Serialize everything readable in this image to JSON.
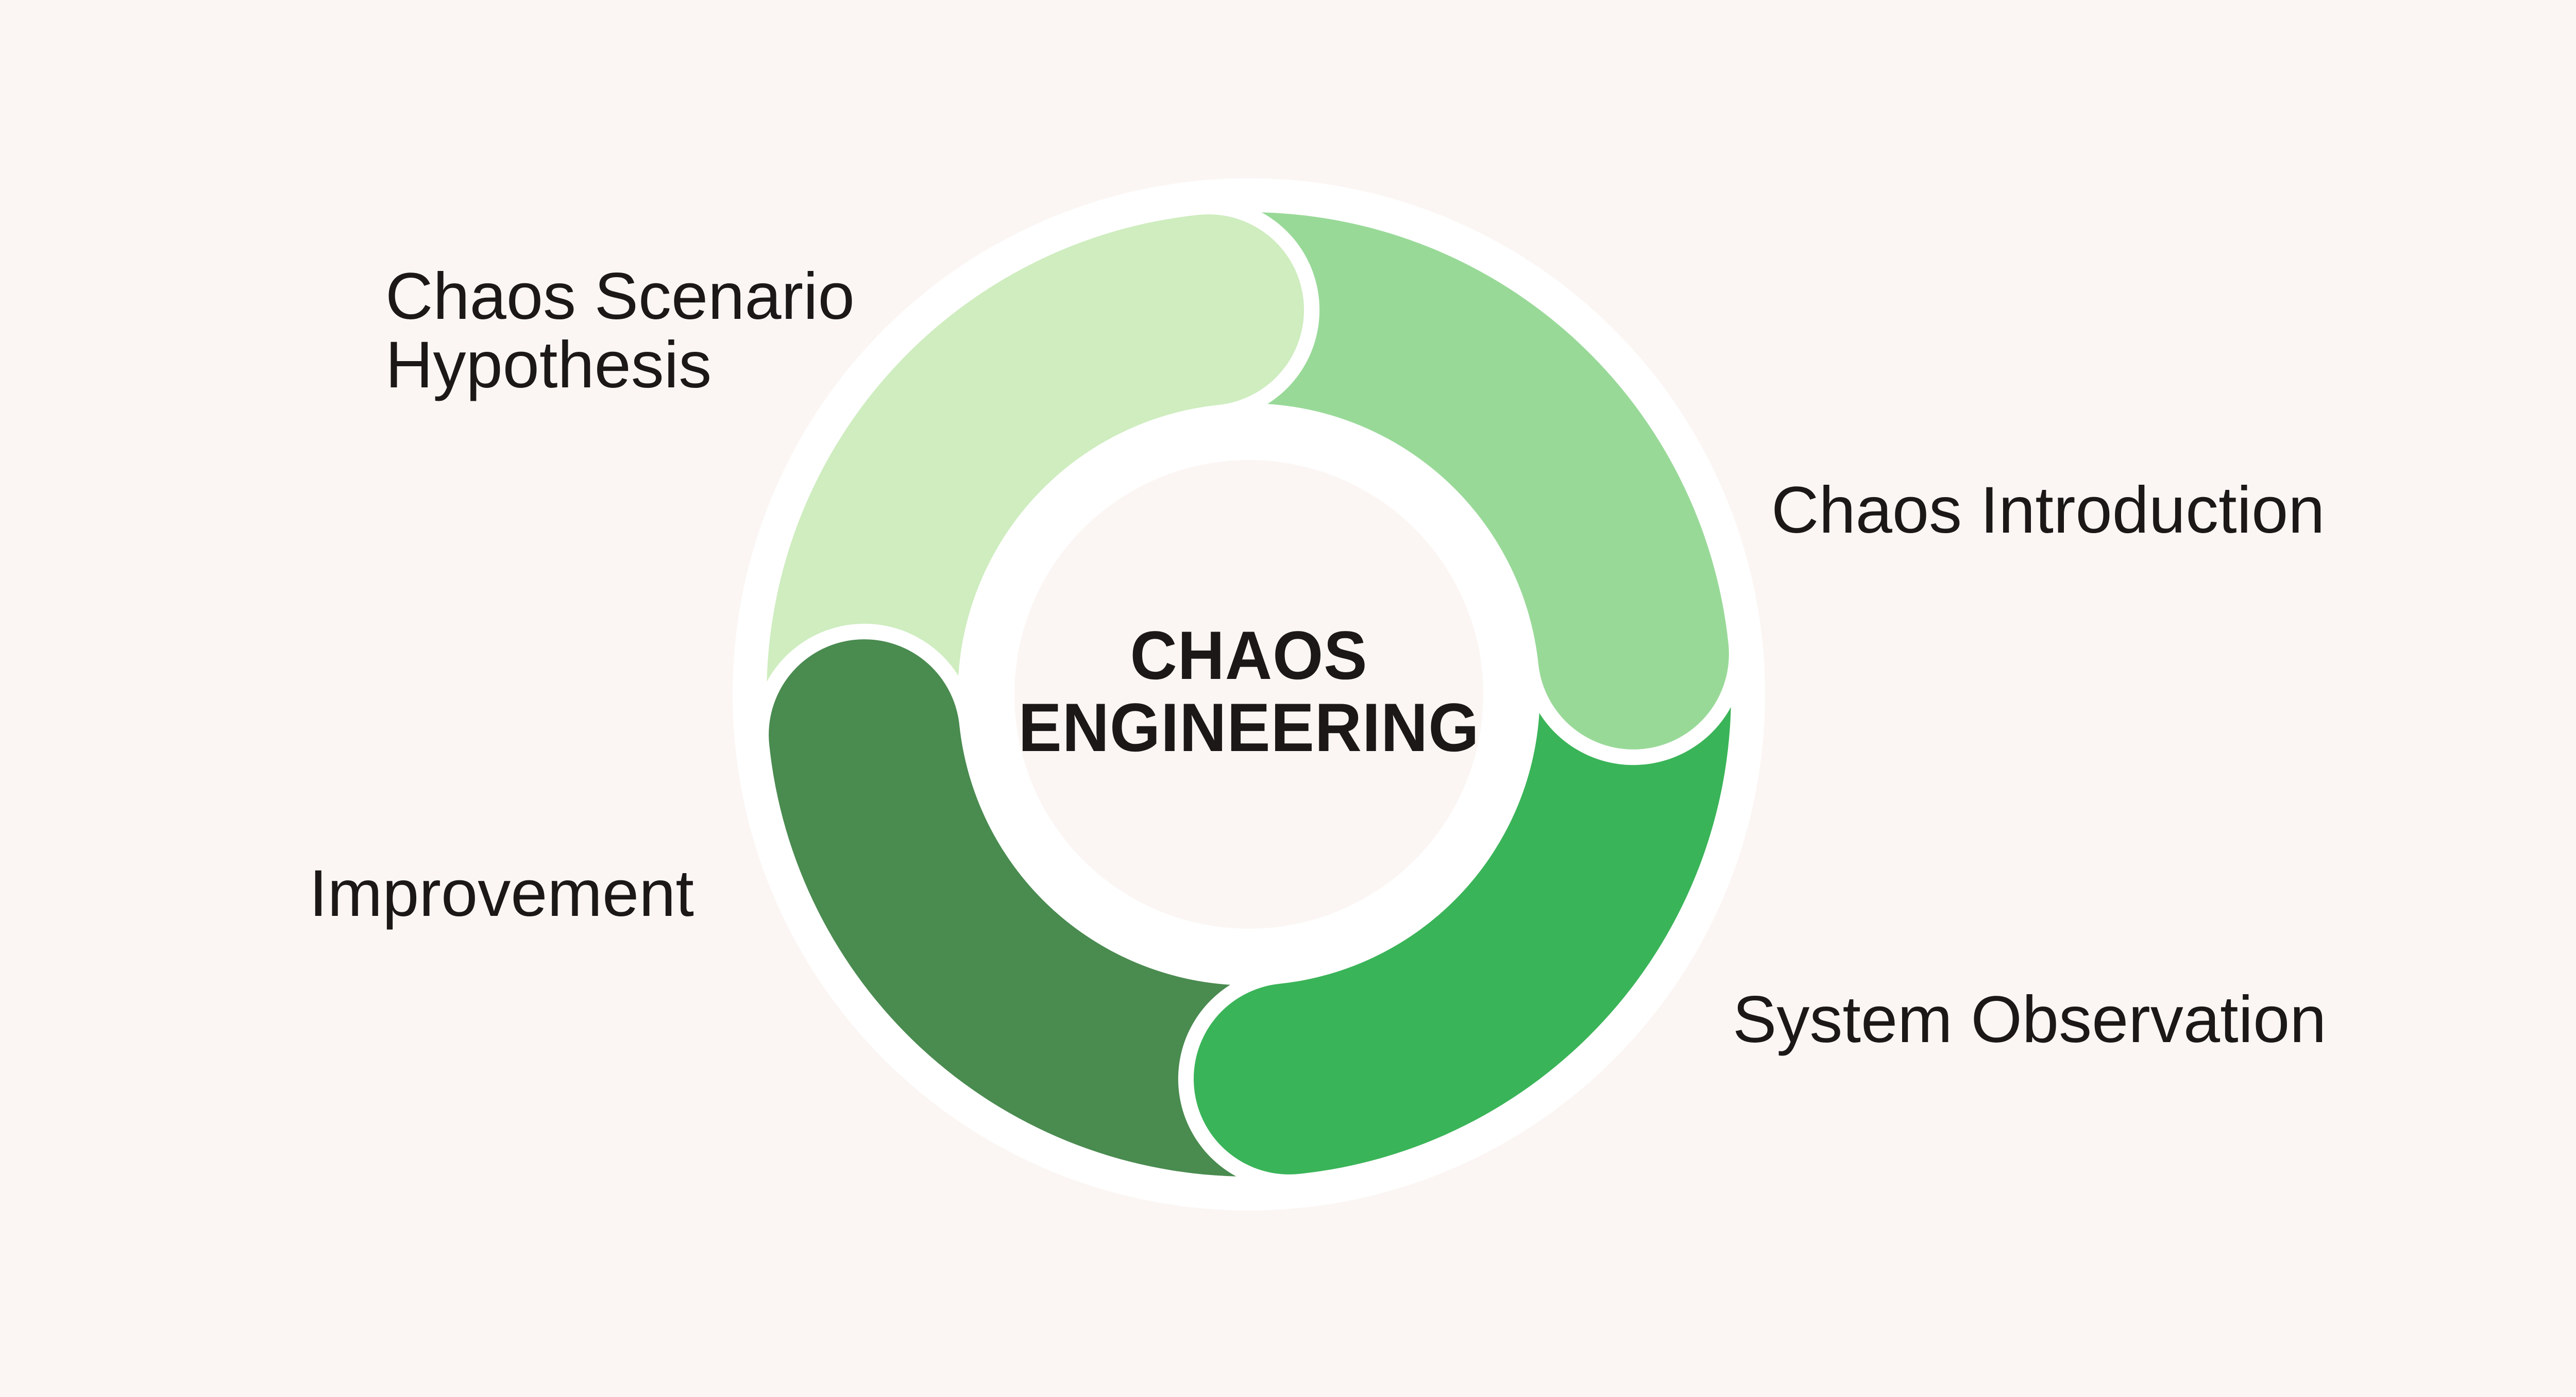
{
  "diagram": {
    "title": "CHAOS\nENGINEERING",
    "background_color": "#FBF6F3",
    "halo_color": "#FFFFFF",
    "text_color": "#1B1817",
    "segments": [
      {
        "id": "chaos-scenario-hypothesis",
        "label": "Chaos Scenario\nHypothesis",
        "color": "#CFEDBF"
      },
      {
        "id": "chaos-introduction",
        "label": "Chaos Introduction",
        "color": "#99D998"
      },
      {
        "id": "system-observation",
        "label": "System Observation",
        "color": "#3AB458"
      },
      {
        "id": "improvement",
        "label": "Improvement",
        "color": "#4A8B50"
      }
    ]
  }
}
